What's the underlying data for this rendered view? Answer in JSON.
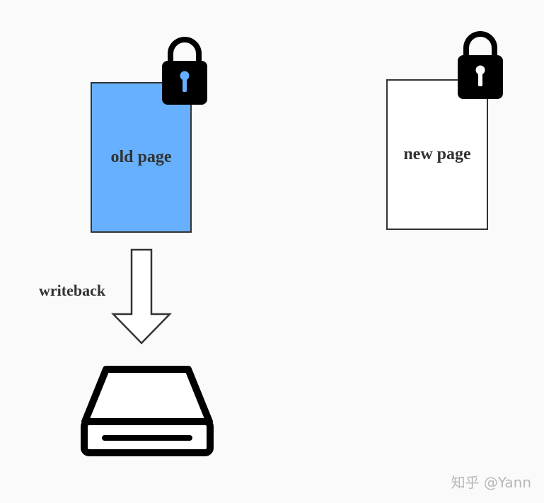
{
  "diagram": {
    "old_page": {
      "label": "old page",
      "fill": "#66b0ff"
    },
    "new_page": {
      "label": "new page",
      "fill": "#ffffff"
    },
    "writeback": {
      "label": "writeback"
    },
    "watermark": "知乎 @Yann",
    "colors": {
      "stroke": "#333333",
      "lock": "#000000",
      "background": "#fafafa"
    },
    "icons": [
      "lock-icon",
      "lock-icon",
      "down-arrow-icon",
      "hard-drive-icon"
    ]
  }
}
